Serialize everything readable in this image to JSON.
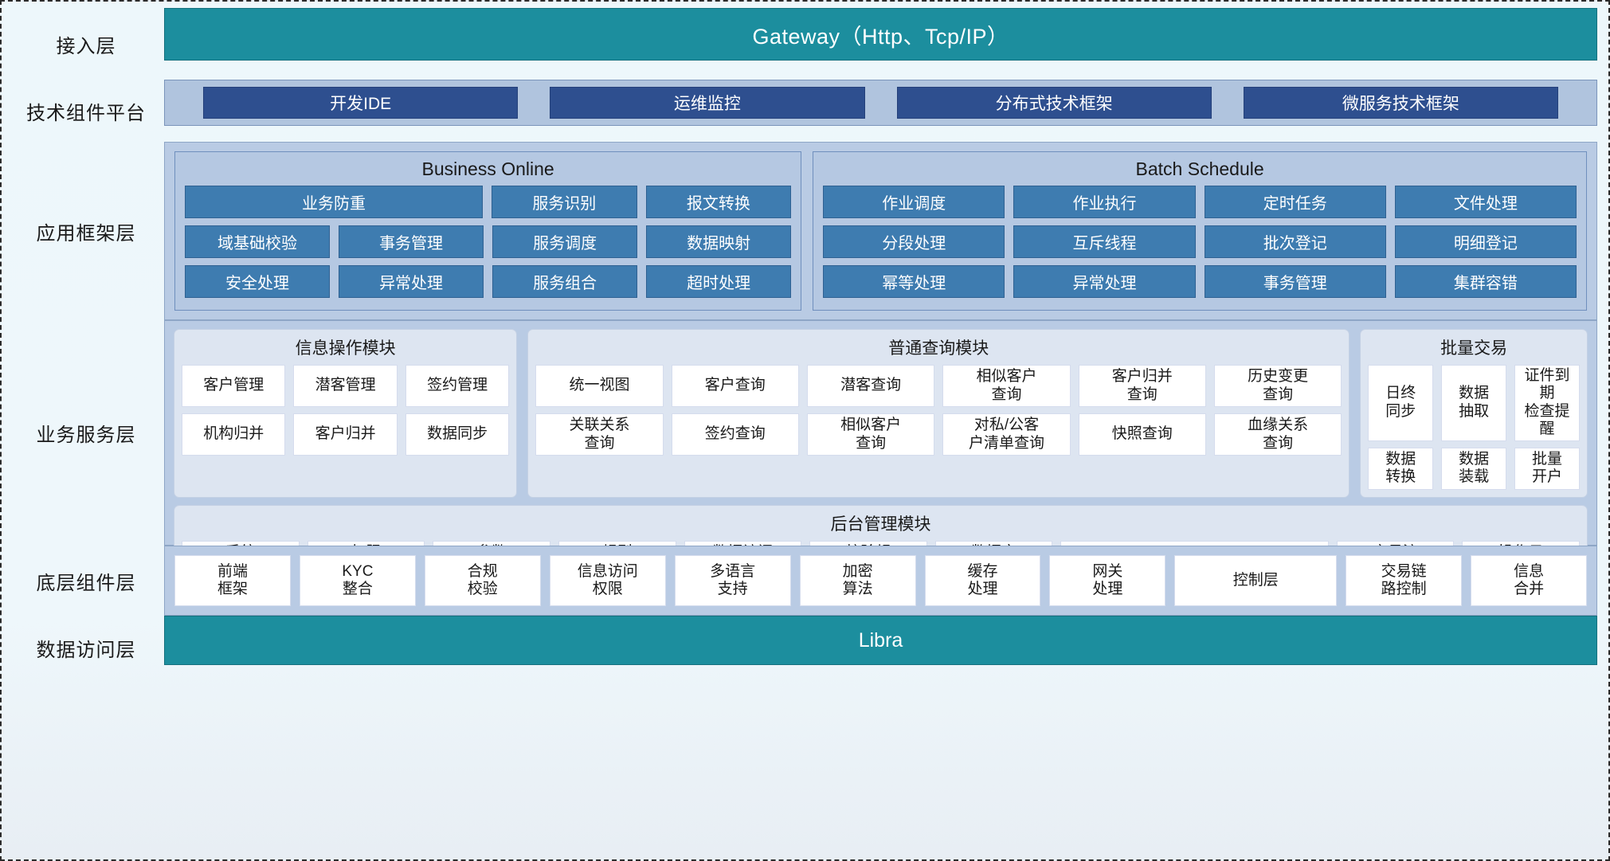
{
  "layers": {
    "access": {
      "label": "接入层",
      "bar": "Gateway（Http、Tcp/IP）"
    },
    "tech": {
      "label": "技术组件平台",
      "chips": [
        "开发IDE",
        "运维监控",
        "分布式技术框架",
        "微服务技术框架"
      ]
    },
    "appframework": {
      "label": "应用框架层",
      "groups": [
        {
          "title": "Business Online",
          "rows": [
            [
              "业务防重",
              "服务识别",
              "报文转换"
            ],
            [
              "域基础校验",
              "事务管理",
              "服务调度",
              "数据映射"
            ],
            [
              "安全处理",
              "异常处理",
              "服务组合",
              "超时处理"
            ]
          ]
        },
        {
          "title": "Batch Schedule",
          "rows": [
            [
              "作业调度",
              "作业执行",
              "定时任务",
              "文件处理"
            ],
            [
              "分段处理",
              "互斥线程",
              "批次登记",
              "明细登记"
            ],
            [
              "幂等处理",
              "异常处理",
              "事务管理",
              "集群容错"
            ]
          ]
        }
      ]
    },
    "bizservice": {
      "label": "业务服务层",
      "modules": [
        {
          "title": "信息操作模块",
          "rows": [
            [
              "客户管理",
              "潜客管理",
              "签约管理"
            ],
            [
              "机构归并",
              "客户归并",
              "数据同步"
            ]
          ]
        },
        {
          "title": "普通查询模块",
          "rows": [
            [
              "统一视图",
              "客户查询",
              "潜客查询",
              "相似客户\n查询",
              "客户归并\n查询",
              "历史变更\n查询"
            ],
            [
              "关联关系\n查询",
              "签约查询",
              "相似客户\n查询",
              "对私/公客\n户清单查询",
              "快照查询",
              "血缘关系\n查询"
            ]
          ]
        },
        {
          "title": "批量交易",
          "rows": [
            [
              "日终\n同步",
              "数据\n抽取",
              "证件到期\n检查提醒"
            ],
            [
              "数据\n转换",
              "数据\n装载",
              "批量\n开户"
            ]
          ]
        }
      ],
      "admin": {
        "title": "后台管理模块",
        "row": [
          "系统\n管理",
          "权限\n管理",
          "参数\n管理",
          "规则\n配置",
          "数据访问\n控制",
          "校验规\n则管理",
          "数据字\n典管理",
          "客户生命周期查询",
          "交易流\n水查询",
          "操作日\n志查询"
        ]
      }
    },
    "basecomponent": {
      "label": "底层组件层",
      "cells": [
        "前端\n框架",
        "KYC\n整合",
        "合规\n校验",
        "信息访问\n权限",
        "多语言\n支持",
        "加密\n算法",
        "缓存\n处理",
        "网关\n处理",
        "控制层",
        "交易链\n路控制",
        "信息\n合并"
      ]
    },
    "dataaccess": {
      "label": "数据访问层",
      "bar": "Libra"
    }
  },
  "colors": {
    "teal": "#1c8e9e",
    "navy": "#2e4f8f",
    "steel": "#3e7cb0",
    "band": "#b9cbe4",
    "module": "#dde5f1",
    "cell": "#ffffff"
  }
}
